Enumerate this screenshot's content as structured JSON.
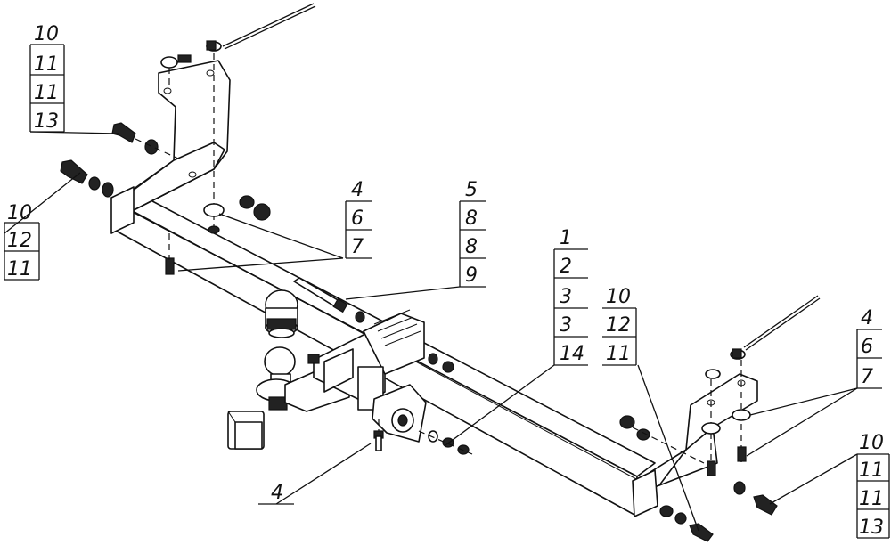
{
  "callouts": {
    "c_top_left": [
      "10",
      "11",
      "11",
      "13"
    ],
    "c_left": [
      "10",
      "12",
      "11"
    ],
    "c_mid_a": [
      "4",
      "6",
      "7"
    ],
    "c_mid_b": [
      "5",
      "8",
      "8",
      "9"
    ],
    "c_center": [
      "1",
      "2",
      "3",
      "3",
      "14"
    ],
    "c_center_r": [
      "10",
      "12",
      "11"
    ],
    "c_right_a": [
      "4",
      "6",
      "7"
    ],
    "c_right_b": [
      "10",
      "11",
      "11",
      "13"
    ],
    "c_bottom": [
      "4"
    ]
  }
}
